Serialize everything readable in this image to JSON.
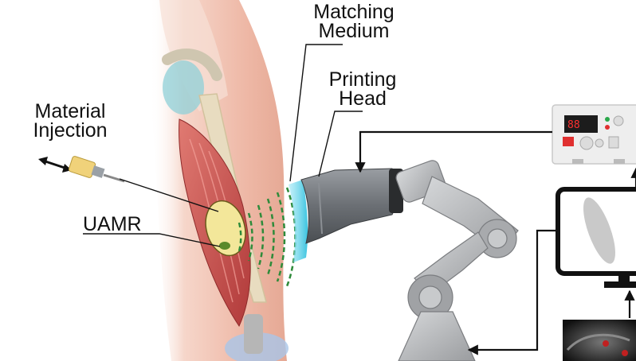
{
  "labels": {
    "matching_medium": [
      "Matching",
      "Medium"
    ],
    "printing_head": [
      "Printing",
      "Head"
    ],
    "material_injection": [
      "Material",
      "Injection"
    ],
    "uamr": "UAMR"
  },
  "colors": {
    "skin": "#f2c7b8",
    "muscle": "#c94a4a",
    "bone": "#e8dcc0",
    "ultrasound_waves": "#2e8b3a",
    "matching_medium": "#5fd0e8",
    "probe": "#6f7378",
    "robot_arm": "#b7b9bc",
    "monitor": "#1a1a1a",
    "target_area": "#f3e79a"
  },
  "icons": [
    "double-arrow-icon",
    "syringe-icon",
    "ultrasound-probe-icon",
    "robot-arm-icon",
    "signal-generator-icon",
    "monitor-icon",
    "ultrasound-image-icon"
  ]
}
